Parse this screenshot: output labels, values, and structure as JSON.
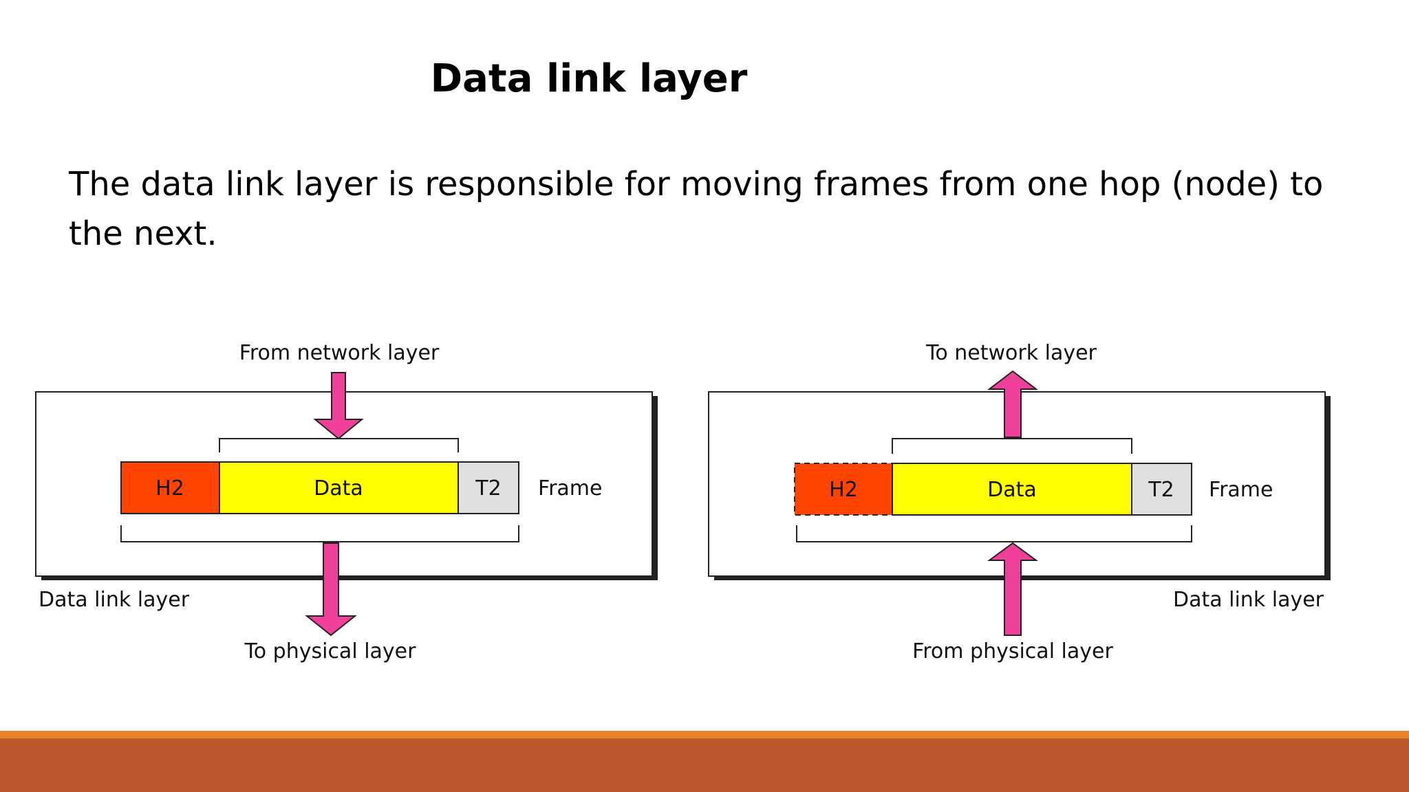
{
  "slide": {
    "title": "Data link layer",
    "body": "The data link layer is responsible for moving  frames from one hop (node) to the next."
  },
  "diagram_left": {
    "top_label": "From network layer",
    "bottom_label": "To physical layer",
    "box_label": "Data link layer",
    "header": "H2",
    "data": "Data",
    "trailer": "T2",
    "frame_label": "Frame"
  },
  "diagram_right": {
    "top_label": "To network layer",
    "bottom_label": "From physical layer",
    "box_label": "Data link layer",
    "header": "H2",
    "data": "Data",
    "trailer": "T2",
    "frame_label": "Frame"
  },
  "colors": {
    "header": "#ff4400",
    "data": "#ffff00",
    "trailer": "#e0e0e0",
    "arrow": "#f0409a",
    "footer_accent": "#e5822a",
    "footer_main": "#bf572d"
  },
  "icons": {
    "down_arrow": "down-arrow-icon",
    "up_arrow": "up-arrow-icon"
  }
}
